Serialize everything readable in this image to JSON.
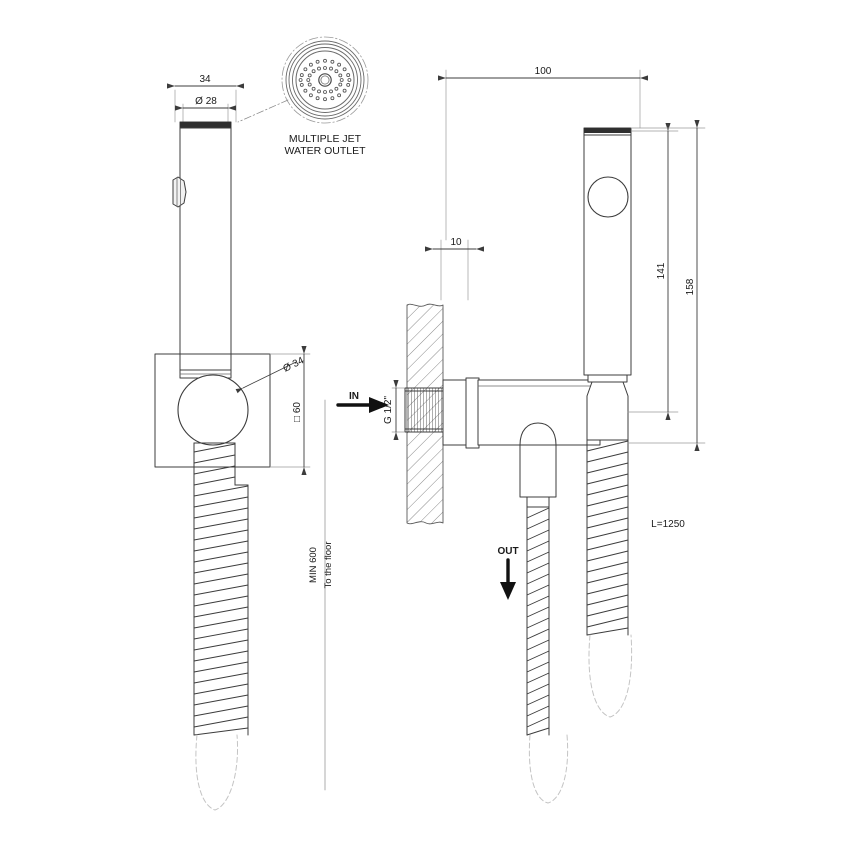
{
  "drawing": {
    "title": "Shower spray set technical drawing",
    "background_color": "#ffffff",
    "line_color": "#3c3c3c",
    "text_color": "#1a1a1a",
    "thin_line_color": "#8a8a8a"
  },
  "detail_callout": {
    "label_line1": "MULTIPLE JET",
    "label_line2": "WATER OUTLET",
    "icon": "spray-face-detail"
  },
  "dimensions": {
    "front_width_outer": "34",
    "front_width_inner": "Ø 28",
    "plate_ball": "Ø 34",
    "plate_square": "□ 60",
    "side_depth_total": "100",
    "wall_offset": "10",
    "handle_height": "141",
    "total_height": "158",
    "thread": "G 1/2\"",
    "hose_length": "L=1250"
  },
  "flow_labels": {
    "inlet": "IN",
    "outlet": "OUT"
  },
  "floor_note": {
    "line1": "MIN 600",
    "line2": "To the floor"
  }
}
